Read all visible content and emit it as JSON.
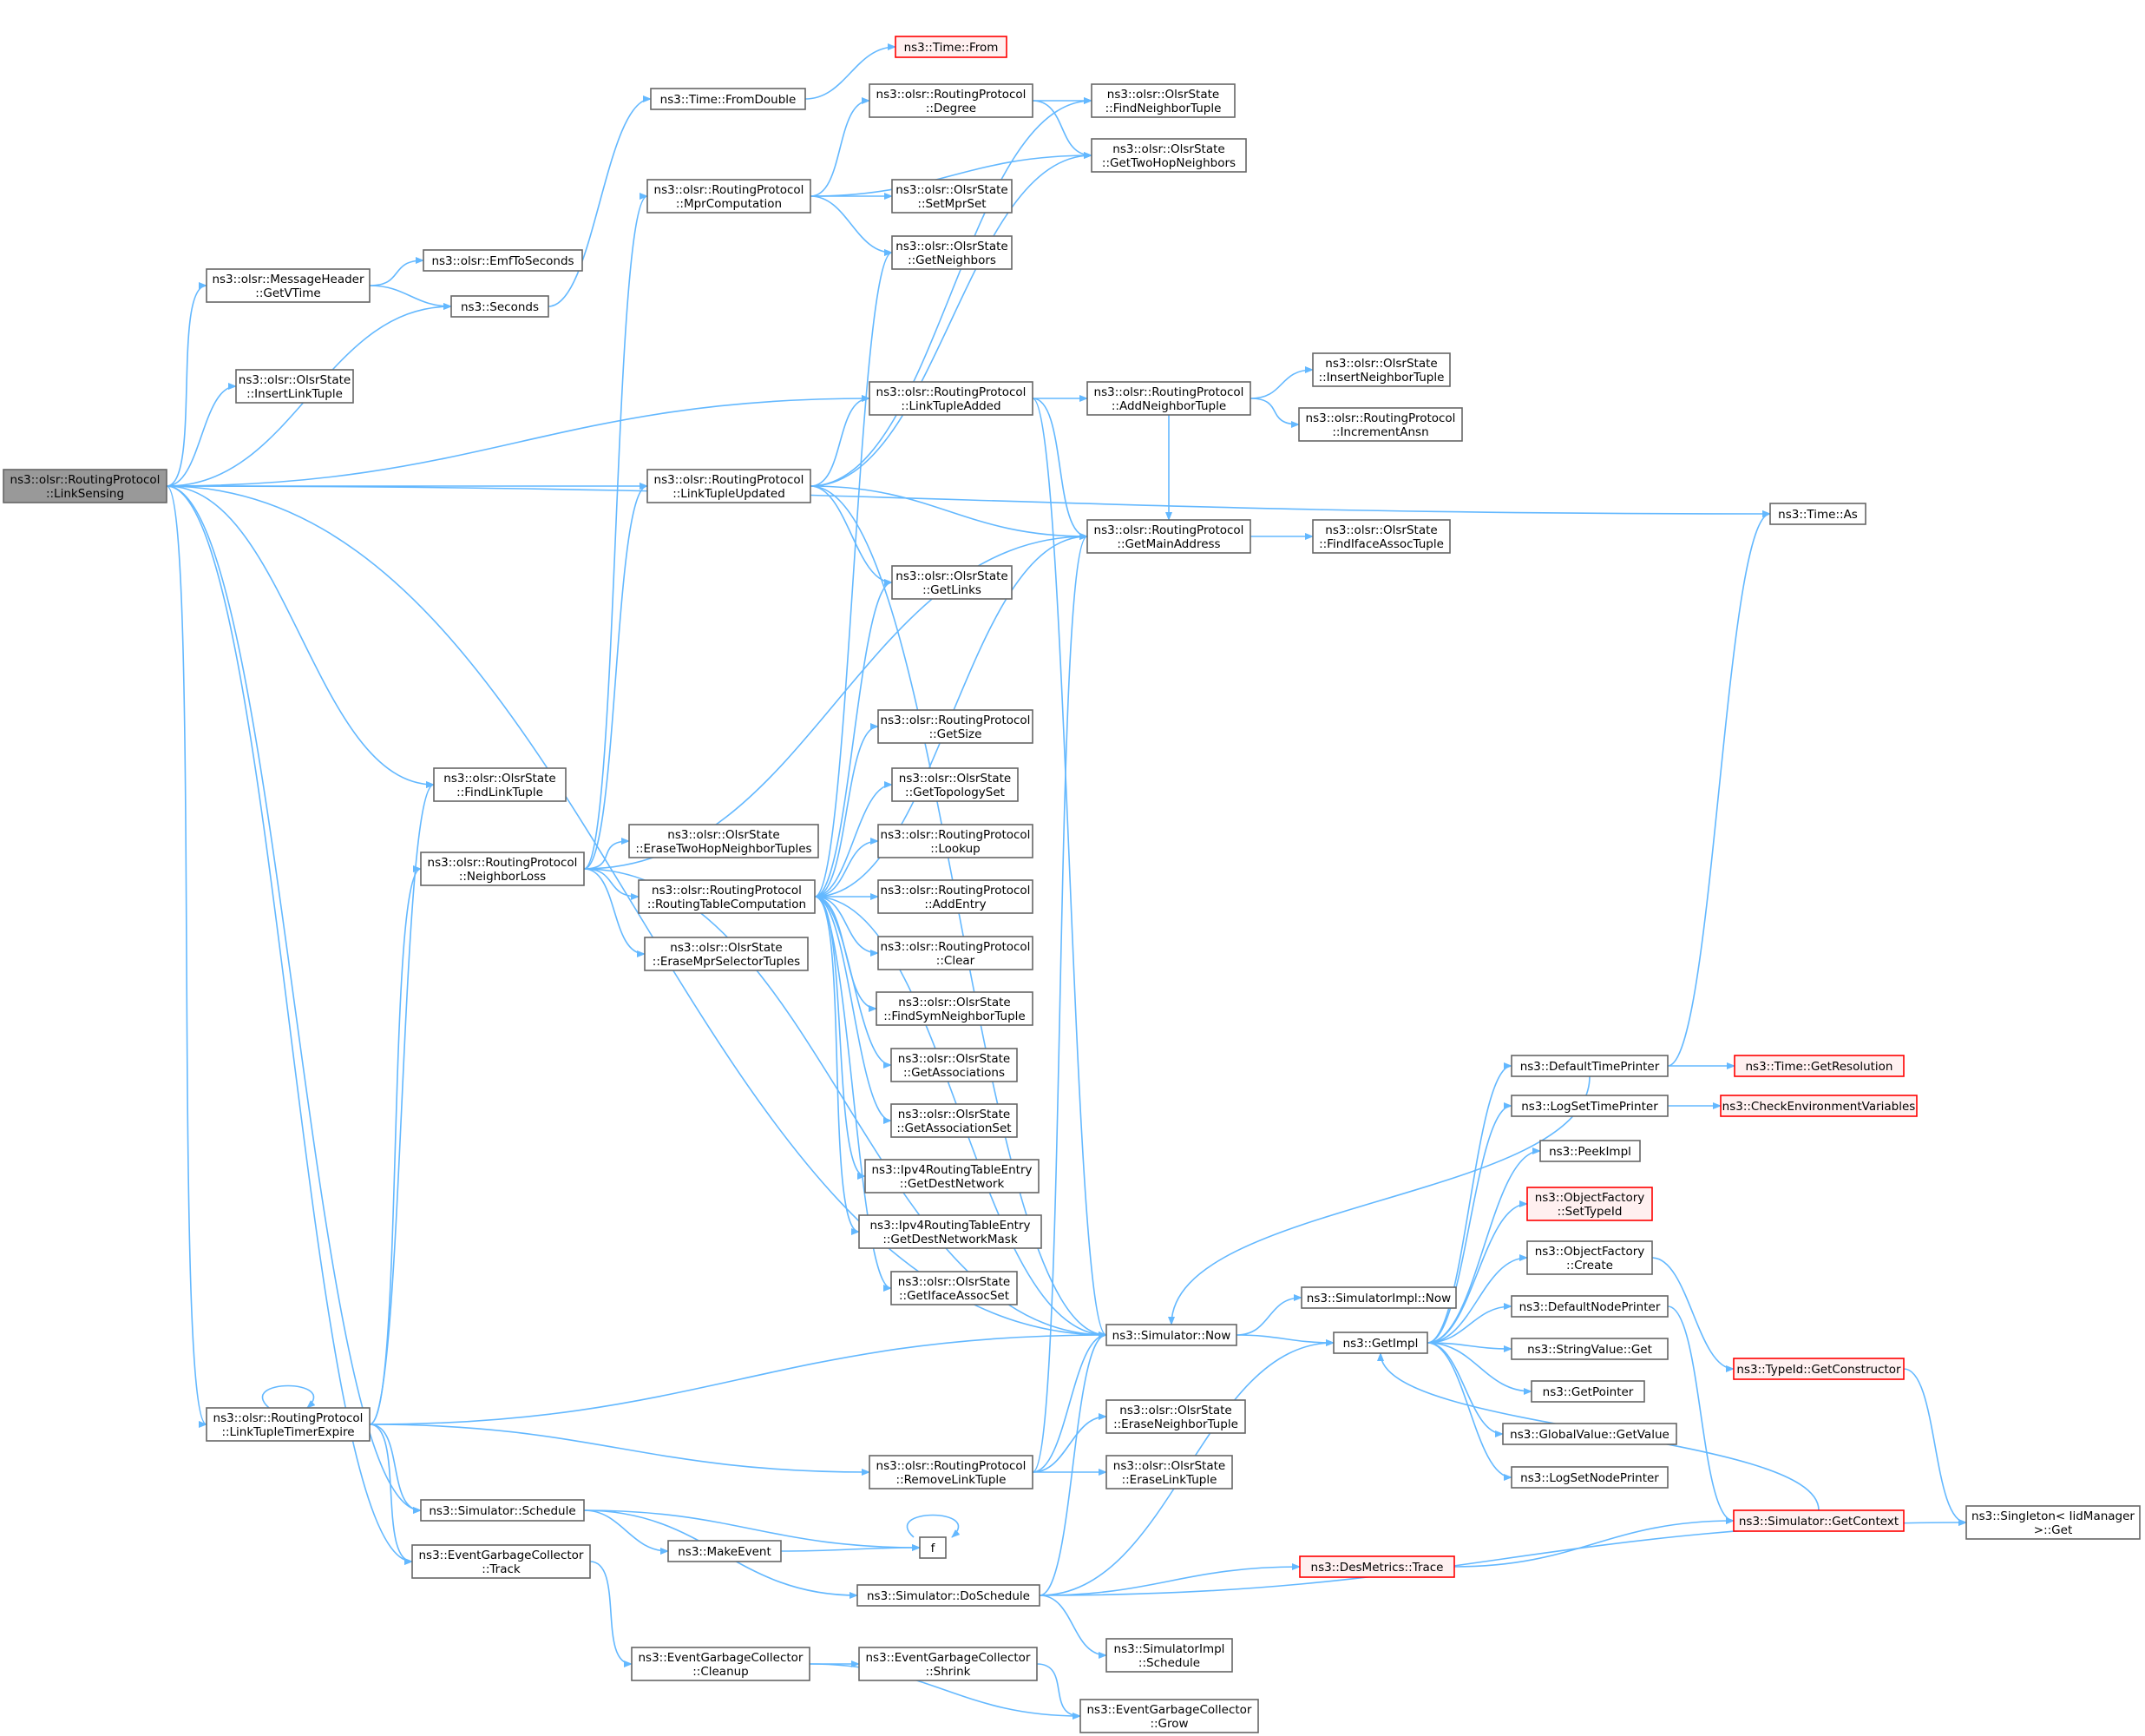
{
  "diagram": {
    "type": "call-graph",
    "colors": {
      "edge": "#63b8ff",
      "node_border": "#666666",
      "node_fill": "#ffffff",
      "root_fill": "#999999",
      "red_border": "#ff0000",
      "red_fill": "#fff0f0"
    },
    "nodes": [
      {
        "id": "n0",
        "lines": [
          "ns3::olsr::RoutingProtocol",
          "::LinkSensing"
        ],
        "style": "root"
      },
      {
        "id": "n1",
        "lines": [
          "ns3::Time::From"
        ],
        "style": "red"
      },
      {
        "id": "n2",
        "lines": [
          "ns3::Time::FromDouble"
        ],
        "style": "normal"
      },
      {
        "id": "n3",
        "lines": [
          "ns3::olsr::RoutingProtocol",
          "::Degree"
        ],
        "style": "normal"
      },
      {
        "id": "n4",
        "lines": [
          "ns3::olsr::OlsrState",
          "::FindNeighborTuple"
        ],
        "style": "normal"
      },
      {
        "id": "n5",
        "lines": [
          "ns3::olsr::OlsrState",
          "::GetTwoHopNeighbors"
        ],
        "style": "normal"
      },
      {
        "id": "n6",
        "lines": [
          "ns3::olsr::RoutingProtocol",
          "::MprComputation"
        ],
        "style": "normal"
      },
      {
        "id": "n7",
        "lines": [
          "ns3::olsr::OlsrState",
          "::SetMprSet"
        ],
        "style": "normal"
      },
      {
        "id": "n8",
        "lines": [
          "ns3::olsr::OlsrState",
          "::GetNeighbors"
        ],
        "style": "normal"
      },
      {
        "id": "n9",
        "lines": [
          "ns3::olsr::EmfToSeconds"
        ],
        "style": "normal"
      },
      {
        "id": "n10",
        "lines": [
          "ns3::olsr::MessageHeader",
          "::GetVTime"
        ],
        "style": "normal"
      },
      {
        "id": "n11",
        "lines": [
          "ns3::Seconds"
        ],
        "style": "normal"
      },
      {
        "id": "n12",
        "lines": [
          "ns3::olsr::OlsrState",
          "::InsertLinkTuple"
        ],
        "style": "normal"
      },
      {
        "id": "n13",
        "lines": [
          "ns3::olsr::RoutingProtocol",
          "::LinkTupleAdded"
        ],
        "style": "normal"
      },
      {
        "id": "n14",
        "lines": [
          "ns3::olsr::RoutingProtocol",
          "::AddNeighborTuple"
        ],
        "style": "normal"
      },
      {
        "id": "n15",
        "lines": [
          "ns3::olsr::OlsrState",
          "::InsertNeighborTuple"
        ],
        "style": "normal"
      },
      {
        "id": "n16",
        "lines": [
          "ns3::olsr::RoutingProtocol",
          "::IncrementAnsn"
        ],
        "style": "normal"
      },
      {
        "id": "n17",
        "lines": [
          "ns3::olsr::RoutingProtocol",
          "::LinkTupleUpdated"
        ],
        "style": "normal"
      },
      {
        "id": "n18",
        "lines": [
          "ns3::olsr::RoutingProtocol",
          "::GetMainAddress"
        ],
        "style": "normal"
      },
      {
        "id": "n19",
        "lines": [
          "ns3::olsr::OlsrState",
          "::FindIfaceAssocTuple"
        ],
        "style": "normal"
      },
      {
        "id": "n20",
        "lines": [
          "ns3::Time::As"
        ],
        "style": "normal"
      },
      {
        "id": "n21",
        "lines": [
          "ns3::olsr::OlsrState",
          "::GetLinks"
        ],
        "style": "normal"
      },
      {
        "id": "n22",
        "lines": [
          "ns3::olsr::RoutingProtocol",
          "::GetSize"
        ],
        "style": "normal"
      },
      {
        "id": "n23",
        "lines": [
          "ns3::olsr::OlsrState",
          "::GetTopologySet"
        ],
        "style": "normal"
      },
      {
        "id": "n24",
        "lines": [
          "ns3::olsr::OlsrState",
          "::FindLinkTuple"
        ],
        "style": "normal"
      },
      {
        "id": "n25",
        "lines": [
          "ns3::olsr::OlsrState",
          "::EraseTwoHopNeighborTuples"
        ],
        "style": "normal"
      },
      {
        "id": "n26",
        "lines": [
          "ns3::olsr::RoutingProtocol",
          "::Lookup"
        ],
        "style": "normal"
      },
      {
        "id": "n27",
        "lines": [
          "ns3::olsr::RoutingProtocol",
          "::NeighborLoss"
        ],
        "style": "normal"
      },
      {
        "id": "n28",
        "lines": [
          "ns3::olsr::RoutingProtocol",
          "::RoutingTableComputation"
        ],
        "style": "normal"
      },
      {
        "id": "n29",
        "lines": [
          "ns3::olsr::RoutingProtocol",
          "::AddEntry"
        ],
        "style": "normal"
      },
      {
        "id": "n30",
        "lines": [
          "ns3::olsr::OlsrState",
          "::EraseMprSelectorTuples"
        ],
        "style": "normal"
      },
      {
        "id": "n31",
        "lines": [
          "ns3::olsr::RoutingProtocol",
          "::Clear"
        ],
        "style": "normal"
      },
      {
        "id": "n32",
        "lines": [
          "ns3::olsr::OlsrState",
          "::FindSymNeighborTuple"
        ],
        "style": "normal"
      },
      {
        "id": "n33",
        "lines": [
          "ns3::DefaultTimePrinter"
        ],
        "style": "normal"
      },
      {
        "id": "n34",
        "lines": [
          "ns3::Time::GetResolution"
        ],
        "style": "red"
      },
      {
        "id": "n35",
        "lines": [
          "ns3::olsr::OlsrState",
          "::GetAssociations"
        ],
        "style": "normal"
      },
      {
        "id": "n36",
        "lines": [
          "ns3::LogSetTimePrinter"
        ],
        "style": "normal"
      },
      {
        "id": "n37",
        "lines": [
          "ns3::CheckEnvironmentVariables"
        ],
        "style": "red"
      },
      {
        "id": "n38",
        "lines": [
          "ns3::olsr::OlsrState",
          "::GetAssociationSet"
        ],
        "style": "normal"
      },
      {
        "id": "n39",
        "lines": [
          "ns3::PeekImpl"
        ],
        "style": "normal"
      },
      {
        "id": "n40",
        "lines": [
          "ns3::Ipv4RoutingTableEntry",
          "::GetDestNetwork"
        ],
        "style": "normal"
      },
      {
        "id": "n41",
        "lines": [
          "ns3::ObjectFactory",
          "::SetTypeId"
        ],
        "style": "red"
      },
      {
        "id": "n42",
        "lines": [
          "ns3::Ipv4RoutingTableEntry",
          "::GetDestNetworkMask"
        ],
        "style": "normal"
      },
      {
        "id": "n43",
        "lines": [
          "ns3::ObjectFactory",
          "::Create"
        ],
        "style": "normal"
      },
      {
        "id": "n44",
        "lines": [
          "ns3::olsr::OlsrState",
          "::GetIfaceAssocSet"
        ],
        "style": "normal"
      },
      {
        "id": "n45",
        "lines": [
          "ns3::DefaultNodePrinter"
        ],
        "style": "normal"
      },
      {
        "id": "n46",
        "lines": [
          "ns3::SimulatorImpl::Now"
        ],
        "style": "normal"
      },
      {
        "id": "n47",
        "lines": [
          "ns3::Simulator::Now"
        ],
        "style": "normal"
      },
      {
        "id": "n48",
        "lines": [
          "ns3::GetImpl"
        ],
        "style": "normal"
      },
      {
        "id": "n49",
        "lines": [
          "ns3::StringValue::Get"
        ],
        "style": "normal"
      },
      {
        "id": "n50",
        "lines": [
          "ns3::TypeId::GetConstructor"
        ],
        "style": "red"
      },
      {
        "id": "n51",
        "lines": [
          "ns3::GetPointer"
        ],
        "style": "normal"
      },
      {
        "id": "n52",
        "lines": [
          "ns3::olsr::OlsrState",
          "::EraseNeighborTuple"
        ],
        "style": "normal"
      },
      {
        "id": "n53",
        "lines": [
          "ns3::olsr::RoutingProtocol",
          "::LinkTupleTimerExpire"
        ],
        "style": "normal"
      },
      {
        "id": "n54",
        "lines": [
          "ns3::GlobalValue::GetValue"
        ],
        "style": "normal"
      },
      {
        "id": "n55",
        "lines": [
          "ns3::olsr::RoutingProtocol",
          "::RemoveLinkTuple"
        ],
        "style": "normal"
      },
      {
        "id": "n56",
        "lines": [
          "ns3::olsr::OlsrState",
          "::EraseLinkTuple"
        ],
        "style": "normal"
      },
      {
        "id": "n57",
        "lines": [
          "ns3::LogSetNodePrinter"
        ],
        "style": "normal"
      },
      {
        "id": "n58",
        "lines": [
          "ns3::Simulator::Schedule"
        ],
        "style": "normal"
      },
      {
        "id": "n59",
        "lines": [
          "ns3::Singleton< IidManager",
          ">::Get"
        ],
        "style": "normal"
      },
      {
        "id": "n60",
        "lines": [
          "ns3::Simulator::GetContext"
        ],
        "style": "red"
      },
      {
        "id": "n61",
        "lines": [
          "f"
        ],
        "style": "normal"
      },
      {
        "id": "n62",
        "lines": [
          "ns3::MakeEvent"
        ],
        "style": "normal"
      },
      {
        "id": "n63",
        "lines": [
          "ns3::EventGarbageCollector",
          "::Track"
        ],
        "style": "normal"
      },
      {
        "id": "n64",
        "lines": [
          "ns3::DesMetrics::Trace"
        ],
        "style": "red"
      },
      {
        "id": "n65",
        "lines": [
          "ns3::Simulator::DoSchedule"
        ],
        "style": "normal"
      },
      {
        "id": "n66",
        "lines": [
          "ns3::SimulatorImpl",
          "::Schedule"
        ],
        "style": "normal"
      },
      {
        "id": "n67",
        "lines": [
          "ns3::EventGarbageCollector",
          "::Cleanup"
        ],
        "style": "normal"
      },
      {
        "id": "n68",
        "lines": [
          "ns3::EventGarbageCollector",
          "::Shrink"
        ],
        "style": "normal"
      },
      {
        "id": "n69",
        "lines": [
          "ns3::EventGarbageCollector",
          "::Grow"
        ],
        "style": "normal"
      }
    ],
    "edges": [
      [
        "n0",
        "n20"
      ],
      [
        "n0",
        "n10"
      ],
      [
        "n0",
        "n11"
      ],
      [
        "n0",
        "n12"
      ],
      [
        "n0",
        "n13"
      ],
      [
        "n0",
        "n17"
      ],
      [
        "n0",
        "n47"
      ],
      [
        "n0",
        "n24"
      ],
      [
        "n0",
        "n53"
      ],
      [
        "n0",
        "n58"
      ],
      [
        "n0",
        "n63"
      ],
      [
        "n2",
        "n1"
      ],
      [
        "n3",
        "n4"
      ],
      [
        "n3",
        "n5"
      ],
      [
        "n6",
        "n3"
      ],
      [
        "n6",
        "n5"
      ],
      [
        "n6",
        "n7"
      ],
      [
        "n6",
        "n8"
      ],
      [
        "n10",
        "n9"
      ],
      [
        "n10",
        "n11"
      ],
      [
        "n11",
        "n2"
      ],
      [
        "n13",
        "n14"
      ],
      [
        "n13",
        "n18"
      ],
      [
        "n13",
        "n47"
      ],
      [
        "n14",
        "n15"
      ],
      [
        "n14",
        "n16"
      ],
      [
        "n14",
        "n18"
      ],
      [
        "n17",
        "n4"
      ],
      [
        "n17",
        "n5"
      ],
      [
        "n17",
        "n13"
      ],
      [
        "n17",
        "n18"
      ],
      [
        "n17",
        "n21"
      ],
      [
        "n17",
        "n47"
      ],
      [
        "n18",
        "n19"
      ],
      [
        "n27",
        "n25"
      ],
      [
        "n27",
        "n28"
      ],
      [
        "n27",
        "n30"
      ],
      [
        "n27",
        "n6"
      ],
      [
        "n27",
        "n17"
      ],
      [
        "n27",
        "n18"
      ],
      [
        "n27",
        "n47"
      ],
      [
        "n28",
        "n8"
      ],
      [
        "n28",
        "n21"
      ],
      [
        "n28",
        "n18"
      ],
      [
        "n28",
        "n22"
      ],
      [
        "n28",
        "n23"
      ],
      [
        "n28",
        "n26"
      ],
      [
        "n28",
        "n29"
      ],
      [
        "n28",
        "n31"
      ],
      [
        "n28",
        "n32"
      ],
      [
        "n28",
        "n35"
      ],
      [
        "n28",
        "n38"
      ],
      [
        "n28",
        "n40"
      ],
      [
        "n28",
        "n42"
      ],
      [
        "n28",
        "n44"
      ],
      [
        "n28",
        "n47"
      ],
      [
        "n53",
        "n53"
      ],
      [
        "n53",
        "n24"
      ],
      [
        "n53",
        "n27"
      ],
      [
        "n53",
        "n47"
      ],
      [
        "n53",
        "n55"
      ],
      [
        "n53",
        "n58"
      ],
      [
        "n53",
        "n63"
      ],
      [
        "n55",
        "n47"
      ],
      [
        "n55",
        "n18"
      ],
      [
        "n55",
        "n52"
      ],
      [
        "n55",
        "n56"
      ],
      [
        "n58",
        "n61"
      ],
      [
        "n58",
        "n62"
      ],
      [
        "n58",
        "n65"
      ],
      [
        "n62",
        "n61"
      ],
      [
        "n61",
        "n61"
      ],
      [
        "n63",
        "n67"
      ],
      [
        "n67",
        "n68"
      ],
      [
        "n67",
        "n69"
      ],
      [
        "n68",
        "n69"
      ],
      [
        "n65",
        "n47"
      ],
      [
        "n65",
        "n48"
      ],
      [
        "n65",
        "n64"
      ],
      [
        "n65",
        "n66"
      ],
      [
        "n65",
        "n59"
      ],
      [
        "n64",
        "n60"
      ],
      [
        "n47",
        "n46"
      ],
      [
        "n47",
        "n48"
      ],
      [
        "n48",
        "n33"
      ],
      [
        "n48",
        "n36"
      ],
      [
        "n48",
        "n39"
      ],
      [
        "n48",
        "n41"
      ],
      [
        "n48",
        "n43"
      ],
      [
        "n48",
        "n45"
      ],
      [
        "n48",
        "n49"
      ],
      [
        "n48",
        "n51"
      ],
      [
        "n48",
        "n54"
      ],
      [
        "n48",
        "n57"
      ],
      [
        "n60",
        "n48"
      ],
      [
        "n33",
        "n34"
      ],
      [
        "n33",
        "n20"
      ],
      [
        "n33",
        "n47"
      ],
      [
        "n36",
        "n37"
      ],
      [
        "n43",
        "n50"
      ],
      [
        "n45",
        "n60"
      ],
      [
        "n50",
        "n59"
      ]
    ]
  }
}
